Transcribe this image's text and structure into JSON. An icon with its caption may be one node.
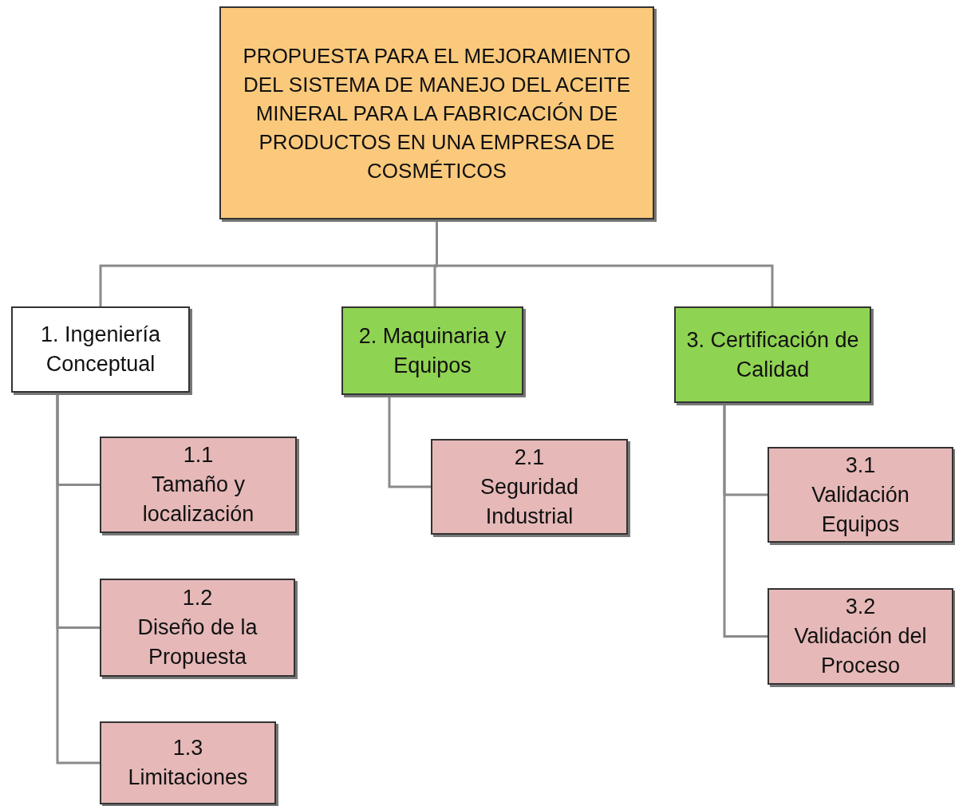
{
  "diagram": {
    "nodes": [
      {
        "text": [
          "PROPUESTA PARA EL MEJORAMIENTO DEL SISTEMA DE MANEJO DEL ACEITE MINERAL PARA LA FABRICACIÓN DE PRODUCTOS EN UNA EMPRESA DE COSMÉTICOS"
        ]
      },
      {
        "text": [
          "1. Ingeniería Conceptual"
        ]
      },
      {
        "text": [
          "2. Maquinaria y Equipos"
        ]
      },
      {
        "text": [
          "3. Certificación de Calidad"
        ]
      },
      {
        "text": [
          "1.1",
          "Tamaño y localización"
        ]
      },
      {
        "text": [
          "1.2",
          "Diseño de la Propuesta"
        ]
      },
      {
        "text": [
          "1.3",
          "Limitaciones"
        ]
      },
      {
        "text": [
          "2.1",
          "Seguridad Industrial"
        ]
      },
      {
        "text": [
          "3.1",
          "Validación Equipos"
        ]
      },
      {
        "text": [
          "3.2",
          "Validación del Proceso"
        ]
      }
    ],
    "edges": [
      {
        "from": 0,
        "to": 1,
        "arrow": "none"
      },
      {
        "from": 0,
        "to": 2,
        "arrow": "none"
      },
      {
        "from": 0,
        "to": 3,
        "arrow": "none"
      },
      {
        "from": 1,
        "to": 4,
        "arrow": "none"
      },
      {
        "from": 1,
        "to": 5,
        "arrow": "none"
      },
      {
        "from": 1,
        "to": 6,
        "arrow": "none"
      },
      {
        "from": 2,
        "to": 7,
        "arrow": "none"
      },
      {
        "from": 3,
        "to": 8,
        "arrow": "none"
      },
      {
        "from": 3,
        "to": 9,
        "arrow": "none"
      }
    ]
  }
}
